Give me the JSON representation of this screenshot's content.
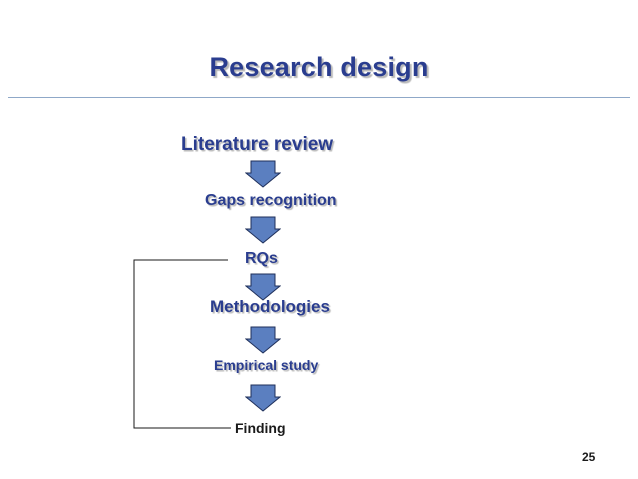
{
  "slide": {
    "title": "Research design",
    "page_number": "25"
  },
  "flow": {
    "steps": [
      "Literature review",
      "Gaps recognition",
      "RQs",
      "Methodologies",
      "Empirical study",
      "Finding"
    ]
  },
  "colors": {
    "text_primary": "#2a3d8f",
    "arrow_fill": "#5b7fc0",
    "rule": "#8fa8c8"
  },
  "icons": {
    "flow_arrow": "down-arrow-icon"
  }
}
